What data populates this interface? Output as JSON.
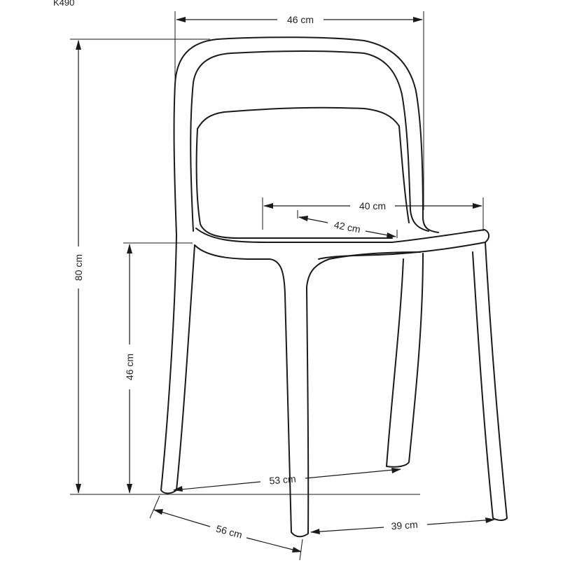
{
  "product_code": "K490",
  "dimensions": {
    "width_top": "46 cm",
    "total_height": "80 cm",
    "seat_height": "46 cm",
    "seat_width": "40 cm",
    "seat_depth": "42 cm",
    "base_front_width": "53 cm",
    "base_depth": "56 cm",
    "base_back_width": "39 cm"
  },
  "colors": {
    "line": "#1a1a1a",
    "background": "#ffffff"
  }
}
